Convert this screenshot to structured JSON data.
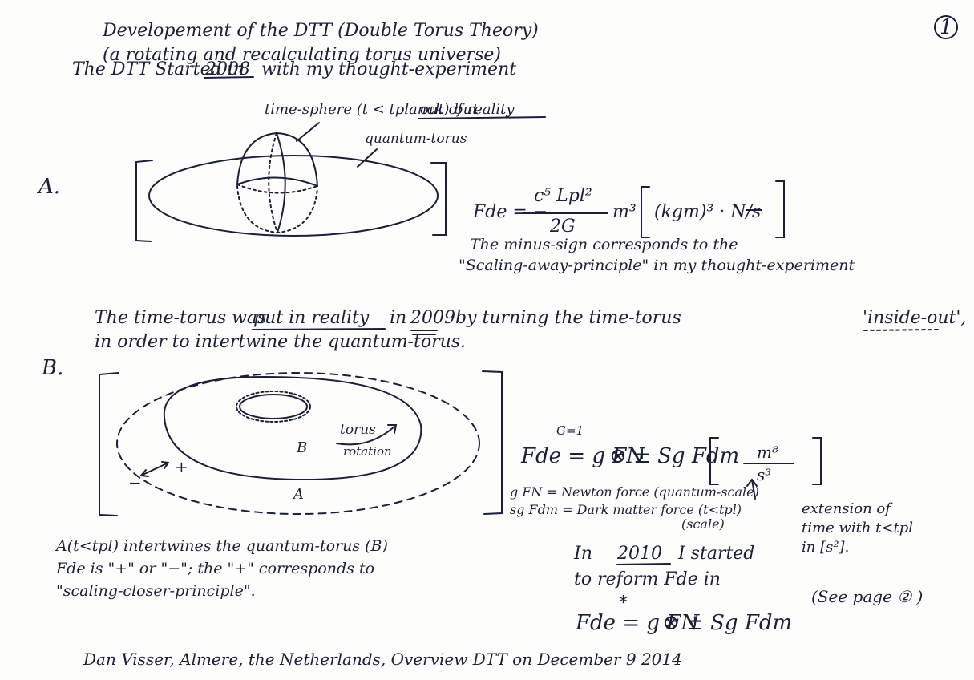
{
  "page_number": "1",
  "header": {
    "title": "Developement of the DTT (Double Torus Theory)",
    "subtitle": "(a rotating and recalculating torus universe)",
    "intro_prefix": "The DTT Started in",
    "intro_year": "2008",
    "intro_suffix": "with my thought-experiment"
  },
  "section_a": {
    "label": "A.",
    "annot_time_sphere": "time-sphere (t < tplanck) but",
    "annot_out_of_reality": "out of reality",
    "annot_quantum_torus": "quantum-torus",
    "sphere_mark": "-",
    "formula_lhs": "Fde = −",
    "formula_numerator": "c⁵ Lpl²",
    "formula_denominator": "2G",
    "formula_m3": "m³",
    "formula_units": "(kgm)³ · N/s",
    "note_line1": "The minus-sign corresponds to the",
    "note_line2": "\"Scaling-away-principle\" in my thought-experiment"
  },
  "transition": {
    "line1_prefix": "The time-torus was",
    "line1_put": "put in reality",
    "line1_in": "in",
    "line1_year": "2009",
    "line1_suffix": "by turning the time-torus",
    "line1_inside_out": "'inside-out',",
    "line2": "in order to intertwine the quantum-torus."
  },
  "section_b": {
    "label": "B.",
    "label_torus": "torus",
    "label_rotation": "rotation",
    "label_inner": "B",
    "label_outer": "A",
    "label_plus": "+",
    "label_minus": "−",
    "formula_lhs": "Fde = g FN",
    "formula_sup": "G=1",
    "formula_op": "⊗ ± Sg Fdm",
    "formula_units_num": "m⁸",
    "formula_units_den": "s³",
    "def_line1": "g FN = Newton force (quantum-scale)",
    "def_line2": "sg Fdm = Dark matter force (t<tpl)",
    "def_line3": "(scale)",
    "ext_line1": "extension of",
    "ext_line2": "time with t<tpl",
    "ext_line3": "in [s²].",
    "left_line1": "A(t<tpl) intertwines the quantum-torus (B)",
    "left_line2": "Fde is \"+\" or \"−\"; the \"+\" corresponds to",
    "left_line3": "\"scaling-closer-principle\".",
    "reform_line1_prefix": "In",
    "reform_year": "2010",
    "reform_line1_suffix": "I started",
    "reform_line2": "to reform Fde in",
    "see_page": "(See page ② )",
    "formula2_lhs": "Fde = g FN",
    "formula2_star": "*",
    "formula2_rest": "⊗ ± Sg Fdm"
  },
  "footer": "Dan Visser, Almere, the Netherlands, Overview DTT on December 9 2014"
}
